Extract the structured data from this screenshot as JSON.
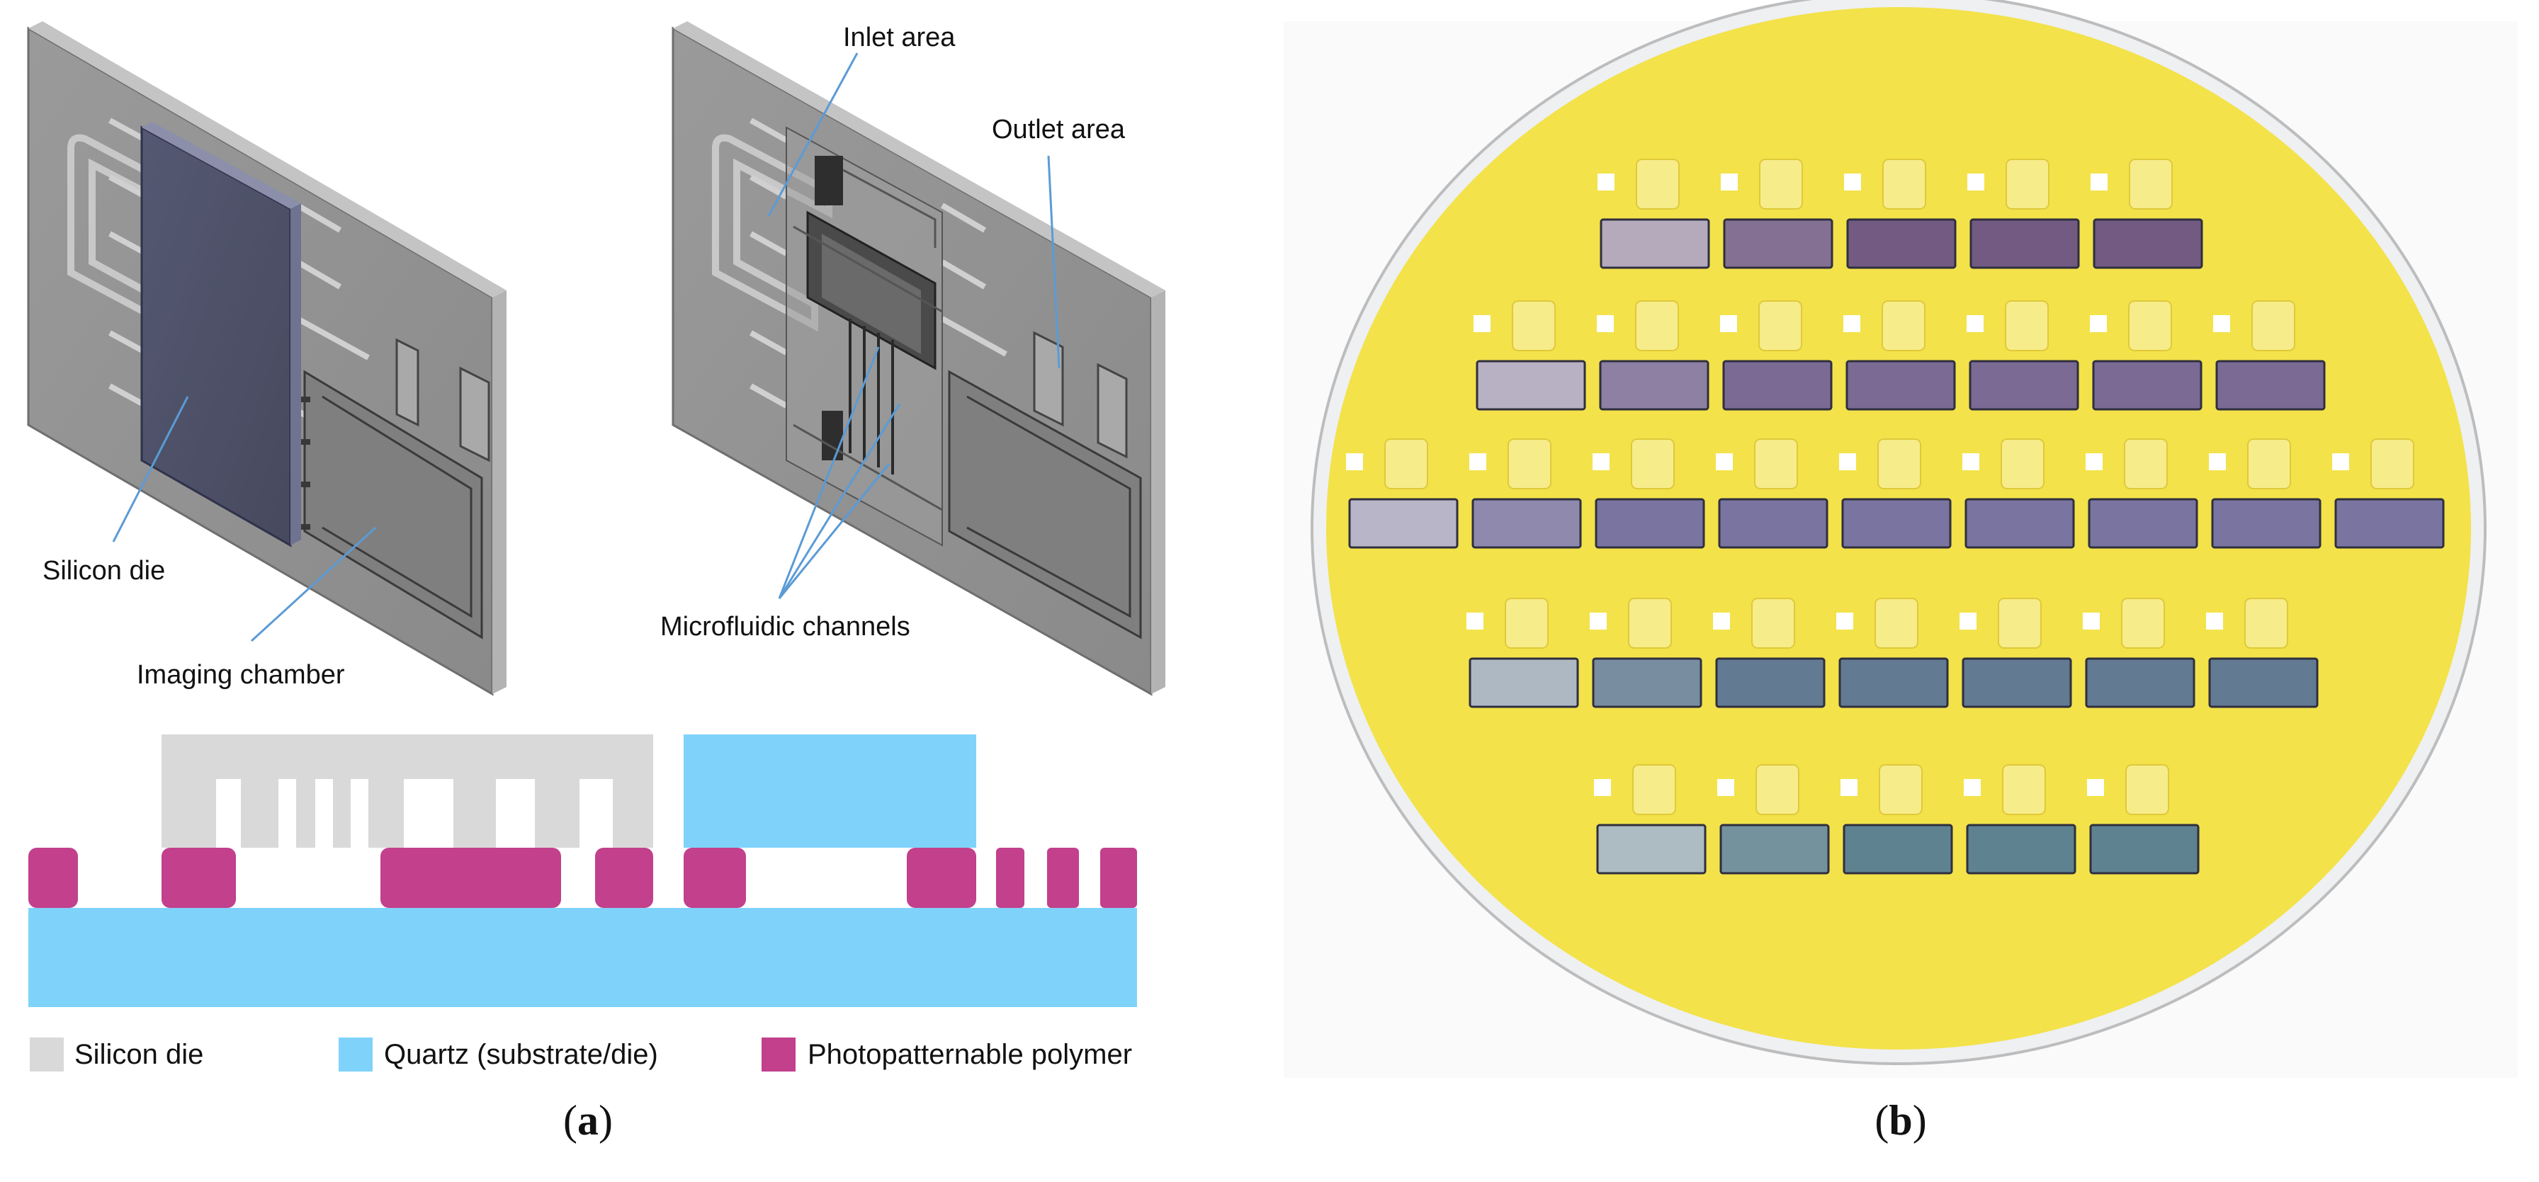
{
  "panel_a": {
    "callouts": {
      "silicon_die": "Silicon die",
      "imaging_chamber": "Imaging chamber",
      "inlet_area": "Inlet area",
      "outlet_area": "Outlet area",
      "microfluidic_channels": "Microfluidic channels"
    },
    "legend": [
      {
        "label": "Silicon die",
        "color": "#d9d9d9"
      },
      {
        "label": "Quartz (substrate/die)",
        "color": "#7fd3fb"
      },
      {
        "label": "Photopatternable polymer",
        "color": "#c2408c"
      }
    ],
    "caption": {
      "open": "(",
      "letter": "a",
      "close": ")"
    }
  },
  "panel_b": {
    "wafer_colors": {
      "wafer": "#eef0f2",
      "polymer": "#f3e24a"
    },
    "die_rows": [
      5,
      7,
      9,
      7,
      5
    ],
    "caption": {
      "open": "(",
      "letter": "b",
      "close": ")"
    }
  }
}
